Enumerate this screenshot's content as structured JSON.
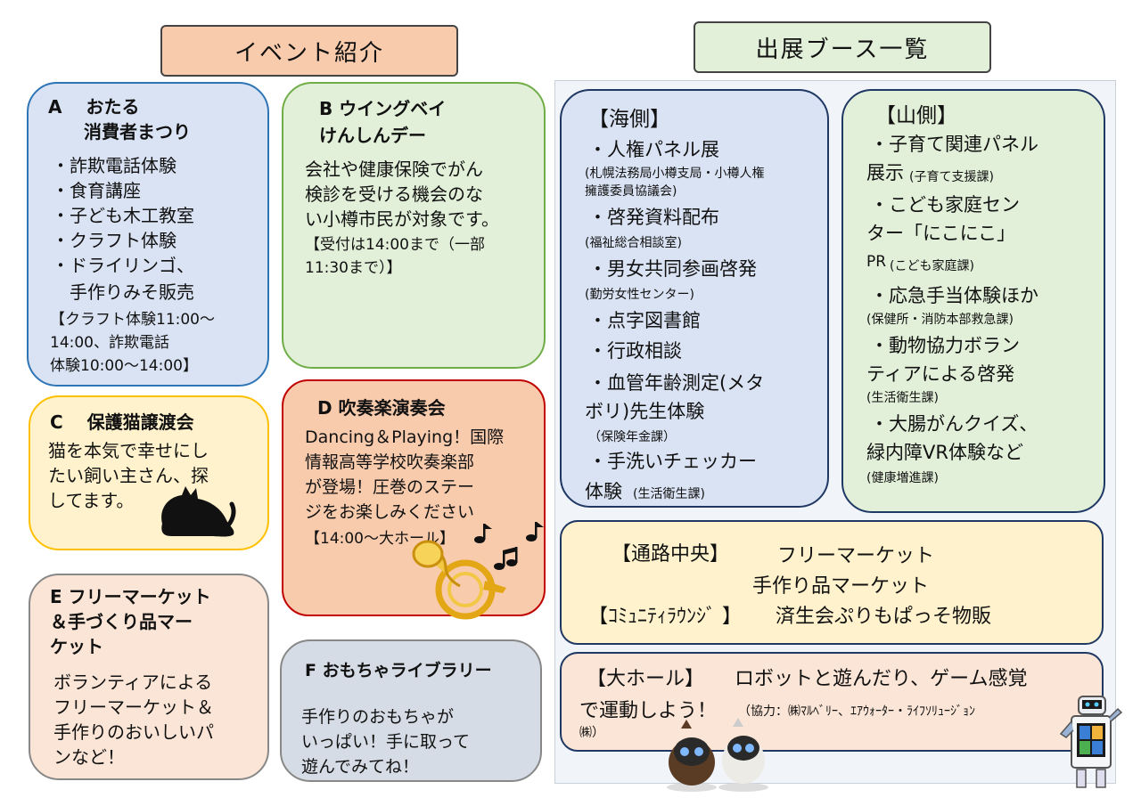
{
  "headers": {
    "events": "イベント紹介",
    "booths": "出展ブース一覧"
  },
  "event_a": {
    "title_line1": "A　 おたる",
    "title_line2": "消費者まつり",
    "items": [
      "・詐欺電話体験",
      "・食育講座",
      "・子ども木工教室",
      "・クラフト体験",
      "・ドライリンゴ、",
      "　手作りみそ販売"
    ],
    "note_line1": "【クラフト体験11:00～",
    "note_line2": "14:00、詐欺電話",
    "note_line3": "体験10:00～14:00】"
  },
  "event_b": {
    "title_line1": "B ウイングベイ",
    "title_line2": "けんしんデー",
    "desc_line1": "会社や健康保険でがん",
    "desc_line2": "検診を受ける機会のな",
    "desc_line3": "い小樽市民が対象です。",
    "note_line1": "【受付は14:00まで（一部",
    "note_line2": "11:30まで）】"
  },
  "event_c": {
    "title": "C　 保護猫譲渡会",
    "desc_line1": "猫を本気で幸せにし",
    "desc_line2": "たい飼い主さん、探",
    "desc_line3": "してます。"
  },
  "event_d": {
    "title": "D 吹奏楽演奏会",
    "desc_line1": "Dancing＆Playing！国際",
    "desc_line2": "情報高等学校吹奏楽部",
    "desc_line3": "が登場！圧巻のステー",
    "desc_line4": "ジをお楽しみください",
    "note": "【14:00～大ホール】"
  },
  "event_e": {
    "title_line1": "E フリーマーケット",
    "title_line2": "＆手づくり品マー",
    "title_line3": "ケット",
    "desc_line1": "ボランティアによる",
    "desc_line2": "フリーマーケット＆",
    "desc_line3": "手作りのおいしいパ",
    "desc_line4": "ンなど！"
  },
  "event_f": {
    "title": "F おもちゃライブラリー",
    "desc_line1": "手作りのおもちゃが",
    "desc_line2": "いっぱい！手に取って",
    "desc_line3": "遊んでみてね！"
  },
  "umi": {
    "title": "【海側】",
    "i1": "・人権パネル展",
    "i1_sub1": "(札幌法務局小樽支局・小樽人権",
    "i1_sub2": "擁護委員協議会)",
    "i2": "・啓発資料配布",
    "i2_sub": "(福祉総合相談室)",
    "i3": "・男女共同参画啓発",
    "i3_sub": "(勤労女性センター)",
    "i4": "・点字図書館",
    "i5": "・行政相談",
    "i6_line1": "・血管年齢測定(メタ",
    "i6_line2": "ボリ)先生体験",
    "i6_sub": "（保険年金課）",
    "i7_line1": "・手洗いチェッカー",
    "i7_line2": "体験",
    "i7_sub": "(生活衛生課)"
  },
  "yama": {
    "title": "【山側】",
    "i1_line1": "・子育て関連パネル",
    "i1_line2": "展示",
    "i1_sub": "(子育て支援課)",
    "i2_line1": "・こども家庭セン",
    "i2_line2": "ター「にこにこ」",
    "i2_line3": "PR",
    "i2_sub": "(こども家庭課)",
    "i3": "・応急手当体験ほか",
    "i3_sub": "(保健所・消防本部救急課)",
    "i4_line1": "・動物協力ボラン",
    "i4_line2": "ティアによる啓発",
    "i4_sub": "(生活衛生課)",
    "i5_line1": "・大腸がんクイズ、",
    "i5_line2": "緑内障VR体験など",
    "i5_sub": "(健康増進課)"
  },
  "tsuro": {
    "label": "【通路中央】",
    "item1": "フリーマーケット",
    "item2": "手作り品マーケット",
    "label2": "【ｺﾐｭﾆﾃｨﾗｳﾝｼﾞ 】",
    "item3": "済生会ぷりもぱっそ物販"
  },
  "hall": {
    "label": "【大ホール】",
    "line1": "ロボットと遊んだり、ゲーム感覚",
    "line2": "で運動しよう！",
    "credit1": "（協力：㈱ﾏﾙﾍﾞﾘｰ、ｴｱｳｫｰﾀｰ・ﾗｲﾌｿﾘｭｰｼﾞｮﾝ",
    "credit2": "㈱）"
  },
  "colors": {
    "blue_fill": "#dae3f3",
    "blue_border": "#2e75b6",
    "green_fill": "#e2f0d9",
    "green_border": "#70ad47",
    "yellow_fill": "#fff2cc",
    "yellow_border": "#ffc000",
    "orange_fill": "#f8cbad",
    "orange_border": "#c00000",
    "peach_fill": "#fbe5d6",
    "gray_fill": "#d6dce5",
    "navy_border": "#1f3864"
  },
  "icons": [
    "cat-icon",
    "french-horn-icon",
    "music-notes-icon",
    "pet-robot-icon",
    "robot-icon"
  ]
}
